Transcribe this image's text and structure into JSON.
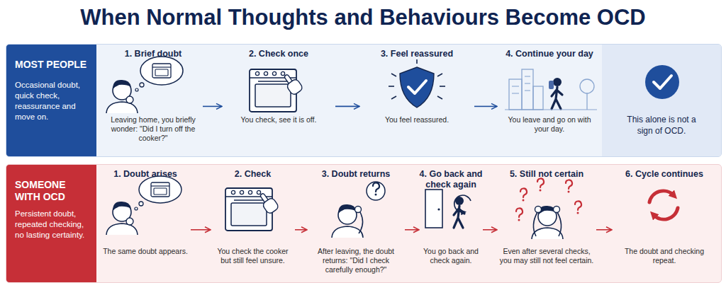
{
  "diagram": {
    "title": "When Normal Thoughts and Behaviours Become OCD",
    "nodes": [
      {
        "text": [
          "MOST PEOPLE",
          "Occasional doubt, quick check, reassurance and move on."
        ]
      },
      {
        "text": [
          "1. Brief doubt",
          "Leaving home, you briefly wonder: \"Did I turn off the cooker?\""
        ],
        "in": 0
      },
      {
        "text": [
          "2. Check once",
          "You check, see it is off."
        ],
        "in": 0
      },
      {
        "text": [
          "3. Feel reassured",
          "You feel reassured."
        ],
        "in": 0
      },
      {
        "text": [
          "4. Continue your day",
          "You leave and go on with your day."
        ],
        "in": 0
      },
      {
        "text": [
          "This alone is not a sign of OCD."
        ],
        "in": 0
      },
      {
        "text": [
          "SOMEONE WITH OCD",
          "Persistent doubt, repeated checking, no lasting certainty."
        ]
      },
      {
        "text": [
          "1. Doubt arises",
          "The same doubt appears."
        ],
        "in": 6
      },
      {
        "text": [
          "2. Check",
          "You check the cooker but still feel unsure."
        ],
        "in": 6
      },
      {
        "text": [
          "3. Doubt returns",
          "After leaving, the doubt returns: \"Did I check carefully enough?\""
        ],
        "in": 6
      },
      {
        "text": [
          "4. Go back and check again",
          "You go back and check again."
        ],
        "in": 6
      },
      {
        "text": [
          "5. Still not certain",
          "Even after several checks, you may still not feel certain."
        ],
        "in": 6
      },
      {
        "text": [
          "6. Cycle continues",
          "The doubt and checking repeat."
        ],
        "in": 6
      }
    ],
    "edges": [
      {
        "from": 1,
        "to": 2,
        "arrow": "to"
      },
      {
        "from": 2,
        "to": 3,
        "arrow": "to"
      },
      {
        "from": 3,
        "to": 4,
        "arrow": "to"
      },
      {
        "from": 7,
        "to": 8,
        "arrow": "to"
      },
      {
        "from": 8,
        "to": 9,
        "arrow": "to"
      },
      {
        "from": 9,
        "to": 10,
        "arrow": "to"
      },
      {
        "from": 10,
        "to": 11,
        "arrow": "to"
      },
      {
        "from": 11,
        "to": 12,
        "arrow": "to"
      }
    ]
  }
}
